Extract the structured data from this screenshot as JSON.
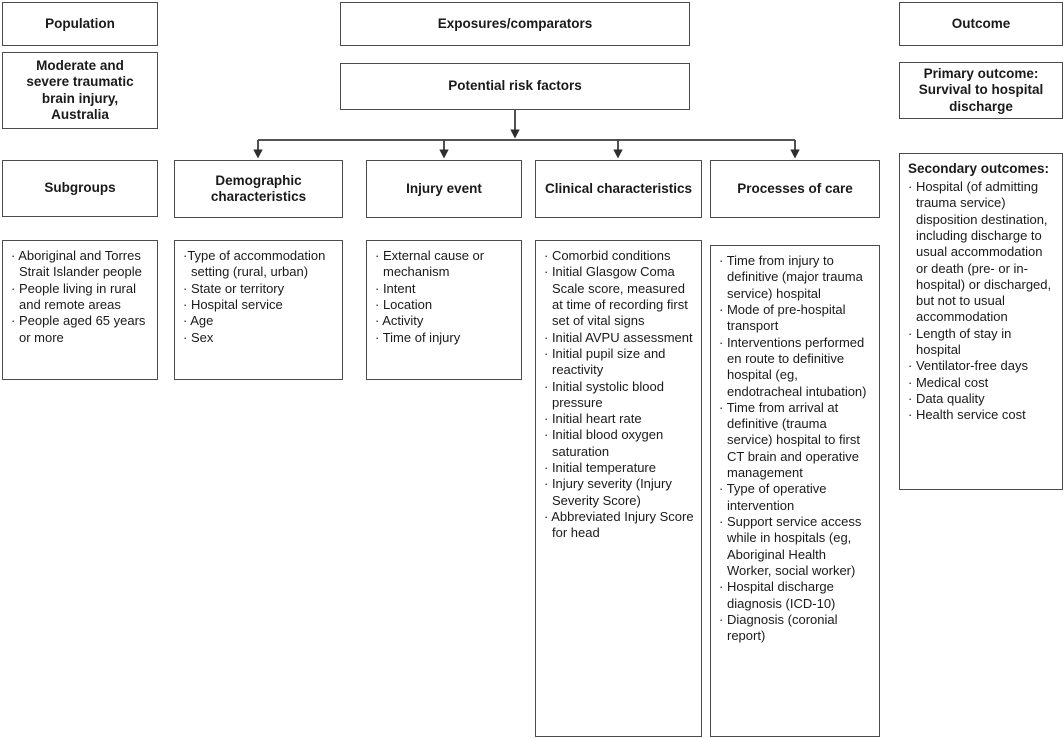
{
  "colors": {
    "box_border": "#4b4b4b",
    "connector": "#3c3c3c",
    "text": "#1a1a1a",
    "background": "#ffffff"
  },
  "population": {
    "header": "Population",
    "description": "Moderate and severe traumatic brain injury, Australia",
    "subgroups_header": "Subgroups",
    "subgroups": [
      "· Aboriginal and Torres Strait Islander people",
      "· People living in rural and remote areas",
      "· People aged 65 years or more"
    ]
  },
  "exposures": {
    "header": "Exposures/comparators",
    "subheader": "Potential risk factors",
    "columns": [
      {
        "title": "Demographic characteristics",
        "items": [
          "·Type of accommodation setting (rural, urban)",
          "· State or territory",
          "· Hospital service",
          "· Age",
          "· Sex"
        ]
      },
      {
        "title": "Injury event",
        "items": [
          "· External cause or mechanism",
          "· Intent",
          "· Location",
          "· Activity",
          "· Time of injury"
        ]
      },
      {
        "title": "Clinical characteristics",
        "items": [
          "· Comorbid conditions",
          "· Initial Glasgow Coma Scale score, measured at time of recording first set of vital signs",
          "· Initial AVPU assessment",
          "· Initial pupil size and reactivity",
          "· Initial systolic blood pressure",
          "· Initial heart rate",
          "· Initial blood oxygen saturation",
          "· Initial temperature",
          "· Injury severity (Injury Severity Score)",
          "· Abbreviated Injury Score for head"
        ]
      },
      {
        "title": "Processes of care",
        "items": [
          "· Time from injury to definitive (major trauma service) hospital",
          "· Mode of pre-hospital transport",
          "· Interventions performed en route to definitive hospital (eg, endotracheal intubation)",
          "· Time from arrival at definitive (trauma service) hospital to first CT brain and operative management",
          "· Type of operative intervention",
          "· Support service access while in hospitals (eg, Aboriginal Health Worker, social worker)",
          "· Hospital discharge diagnosis (ICD-10)",
          "· Diagnosis (coronial report)"
        ]
      }
    ]
  },
  "outcome": {
    "header": "Outcome",
    "primary": "Primary outcome: Survival to hospital discharge",
    "secondary_title": "Secondary outcomes:",
    "secondary": [
      "· Hospital (of admitting trauma service) disposition destination, including discharge to usual accommodation or death (pre- or in-hospital) or discharged, but not to usual accommodation",
      "· Length of stay in hospital",
      "· Ventilator-free days",
      "· Medical cost",
      "· Data quality",
      "· Health service cost"
    ]
  }
}
